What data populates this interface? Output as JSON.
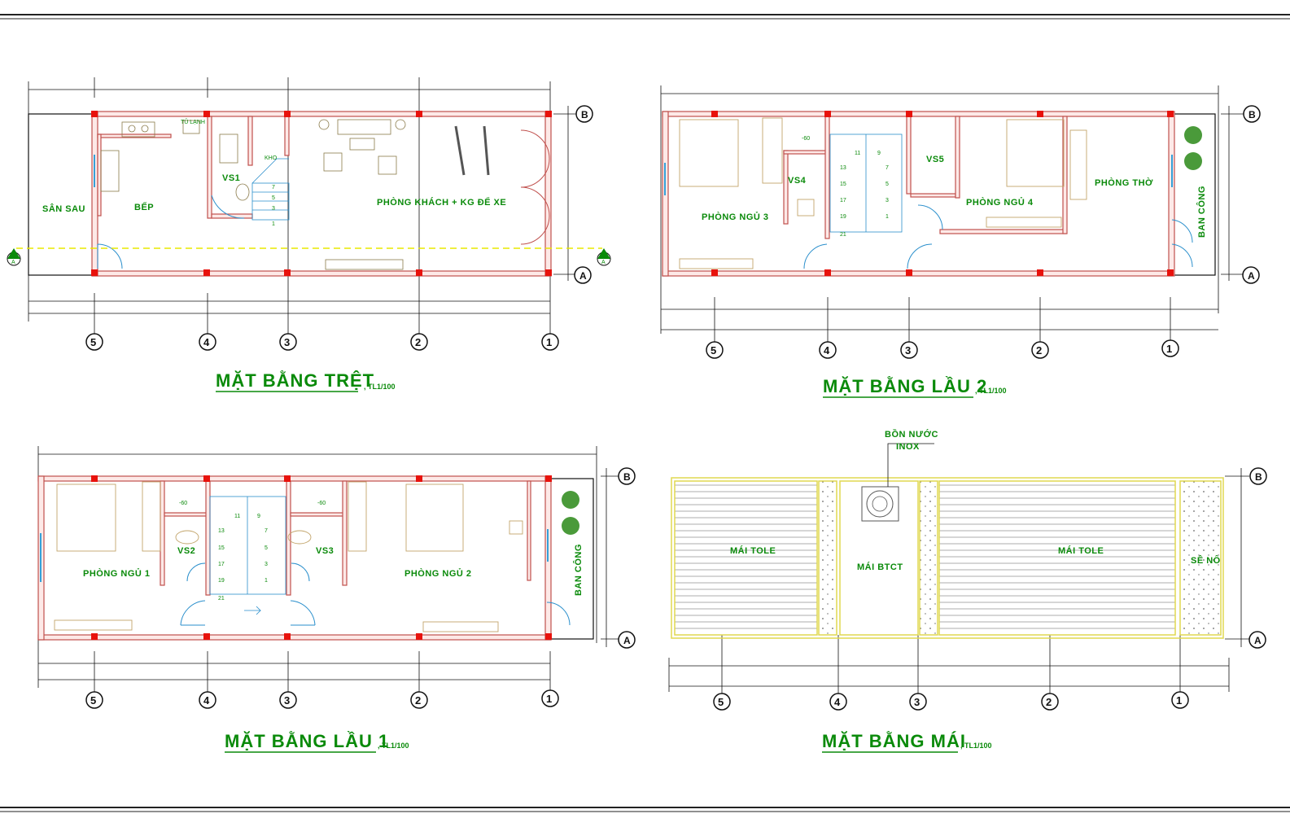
{
  "colors": {
    "wall": "#c0504d",
    "column": "#e8120c",
    "label": "#0a8a0a",
    "furniture": "#c2a46a",
    "window": "#35a0d8",
    "roof": "#f0e978",
    "dim": "#111111"
  },
  "axes": {
    "numbers": [
      "5",
      "4",
      "3",
      "2",
      "1"
    ],
    "letters": [
      "B",
      "A"
    ],
    "section_marker": "A"
  },
  "plans": {
    "ground": {
      "title": "MẶT BẰNG TRỆT",
      "scale": ", TL1/100",
      "rooms": {
        "san_sau": "SÂN SAU",
        "bep": "BẾP",
        "tu_lanh": "TỦ LẠNH",
        "vs1": "VS1",
        "kho": "KHO",
        "phong_khach": "PHÒNG KHÁCH + KG ĐỂ XE"
      },
      "stair_steps": [
        "1",
        "3",
        "5",
        "7"
      ]
    },
    "floor2": {
      "title": "MẶT BẰNG LẦU 2",
      "scale": ", TL1/100",
      "rooms": {
        "phong_ngu_3": "PHÒNG NGỦ 3",
        "vs4": "VS4",
        "level": "-60",
        "vs5": "VS5",
        "phong_ngu_4": "PHÒNG NGỦ 4",
        "phong_tho": "PHÒNG THỜ",
        "ban_cong": "BAN CÔNG"
      },
      "stair_steps": [
        "11",
        "9",
        "13",
        "7",
        "15",
        "5",
        "17",
        "3",
        "19",
        "1",
        "21"
      ]
    },
    "floor1": {
      "title": "MẶT BẰNG LẦU 1",
      "scale": ", TL1/100",
      "rooms": {
        "phong_ngu_1": "PHÒNG NGỦ 1",
        "vs2": "VS2",
        "level_left": "-60",
        "level_right": "-60",
        "vs3": "VS3",
        "phong_ngu_2": "PHÒNG NGỦ 2",
        "ban_cong": "BAN CÔNG"
      },
      "stair_steps": [
        "11",
        "9",
        "13",
        "7",
        "15",
        "5",
        "17",
        "3",
        "19",
        "1",
        "21"
      ]
    },
    "roof": {
      "title": "MẶT BẰNG MÁI",
      "scale": ", TL1/100",
      "tank_label_1": "BỒN NƯỚC",
      "tank_label_2": "INOX",
      "rooms": {
        "mai_tole_left": "MÁI TOLE",
        "mai_btct": "MÁI BTCT",
        "mai_tole_right": "MÁI TOLE",
        "se_no": "SÊ NÔ"
      }
    }
  }
}
